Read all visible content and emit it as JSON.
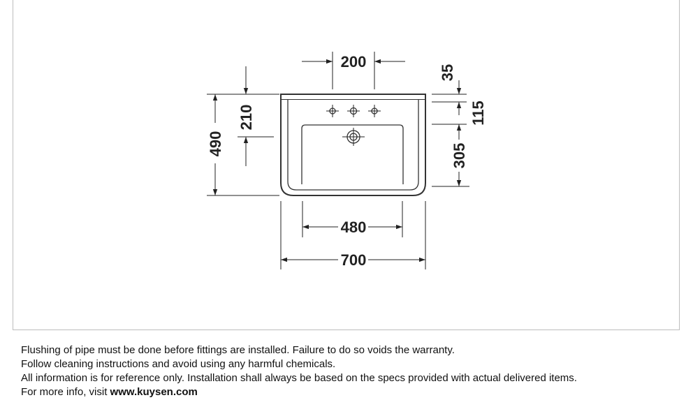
{
  "dimensions": {
    "top_spacing": "200",
    "rim_to_tap": "35",
    "overflow_height": "115",
    "bowl_front": "305",
    "total_depth": "490",
    "waste_offset": "210",
    "inner_width": "480",
    "total_width": "700"
  },
  "notes": {
    "line1": "Flushing of pipe must be done before fittings are installed. Failure to do so voids the warranty.",
    "line2": "Follow cleaning instructions and avoid using any harmful chemicals.",
    "line3": "All information is for reference only. Installation shall always be based on the specs provided with actual delivered items.",
    "line4_prefix": "For more info, visit ",
    "line4_url": "www.kuysen.com"
  }
}
